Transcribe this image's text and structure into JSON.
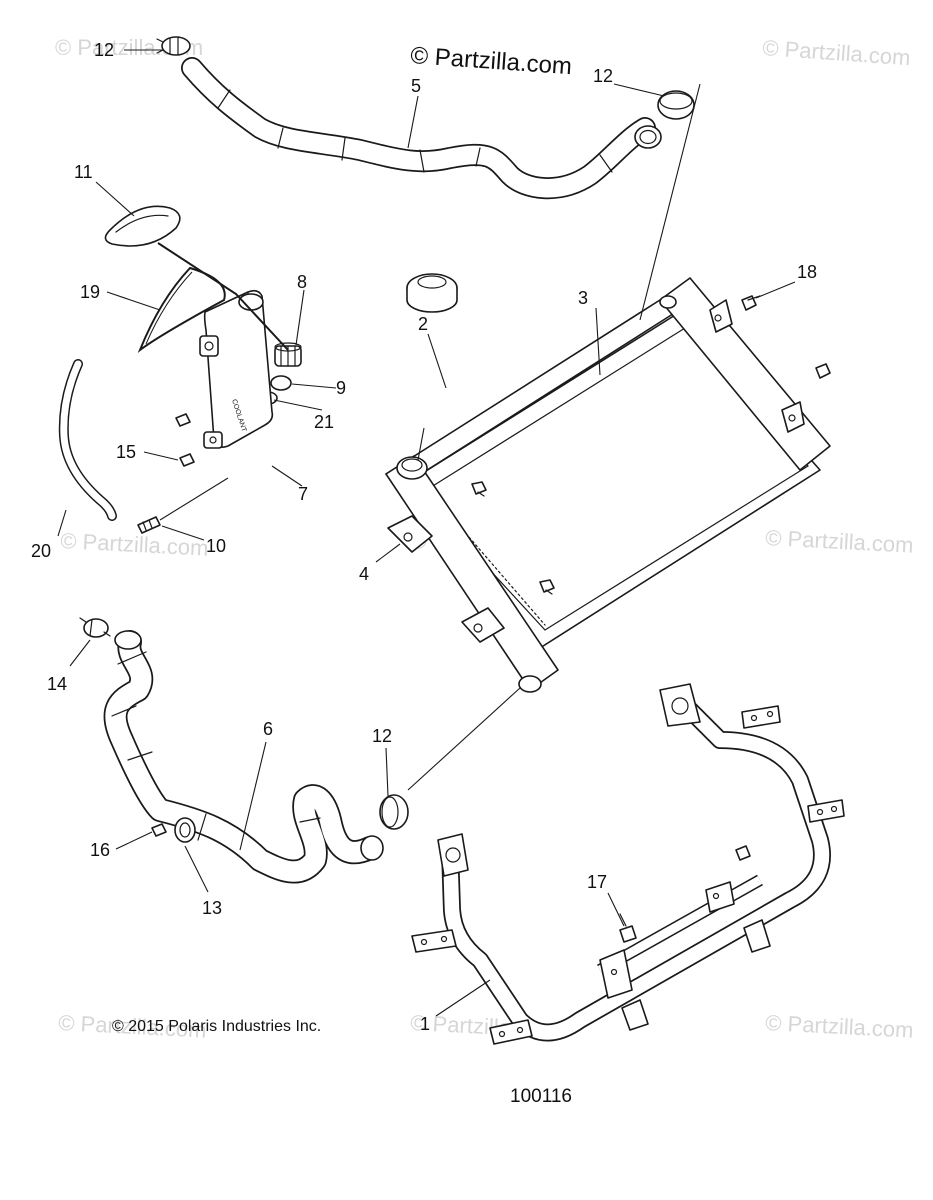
{
  "diagram": {
    "brand_text": "© Partzilla.com",
    "copyright": "© 2015 Polaris Industries Inc.",
    "figure_number": "100116",
    "watermark_text": "© Partzilla.com",
    "callouts": {
      "c1": "1",
      "c2": "2",
      "c3": "3",
      "c4": "4",
      "c5": "5",
      "c6": "6",
      "c7": "7",
      "c8": "8",
      "c9": "9",
      "c10": "10",
      "c11": "11",
      "c12a": "12",
      "c12b": "12",
      "c12c": "12",
      "c13": "13",
      "c14": "14",
      "c15": "15",
      "c16": "16",
      "c17": "17",
      "c18": "18",
      "c19": "19",
      "c20": "20",
      "c21": "21"
    },
    "label_on_reservoir": "COOLANT"
  }
}
